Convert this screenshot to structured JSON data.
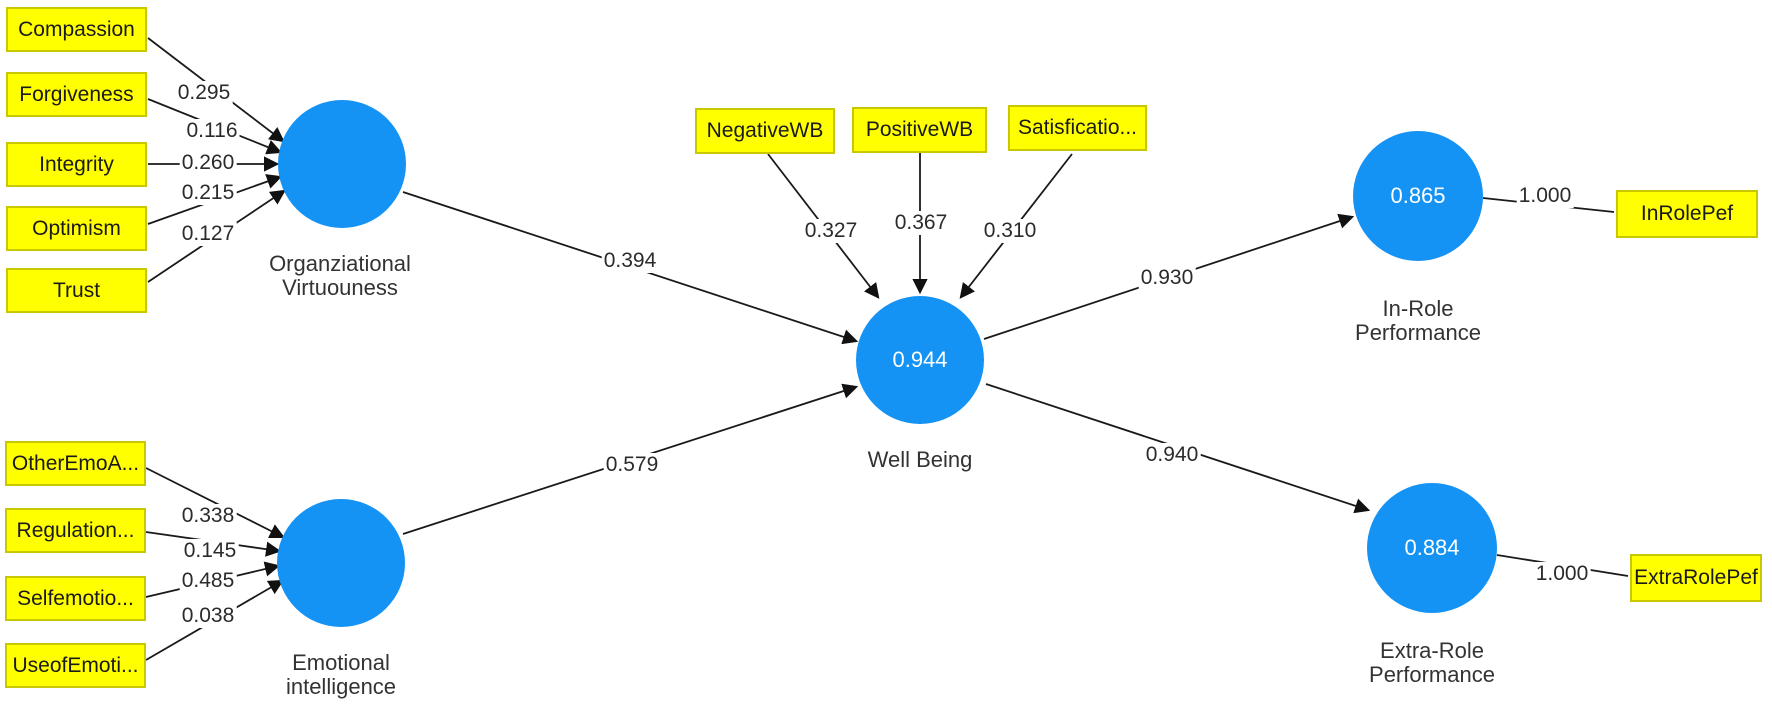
{
  "colors": {
    "node_fill": "#1593f5",
    "indicator_fill": "#ffff00",
    "indicator_border": "#c8c800",
    "line": "#1a1a1a"
  },
  "ov": {
    "name_line1": "Organziational",
    "name_line2": "Virtuouness",
    "indicators": [
      {
        "label": "Compassion",
        "loading": "0.295"
      },
      {
        "label": "Forgiveness",
        "loading": "0.116"
      },
      {
        "label": "Integrity",
        "loading": "0.260"
      },
      {
        "label": "Optimism",
        "loading": "0.215"
      },
      {
        "label": "Trust",
        "loading": "0.127"
      }
    ]
  },
  "ei": {
    "name_line1": "Emotional",
    "name_line2": "intelligence",
    "indicators": [
      {
        "label": "OtherEmoA...",
        "loading": "0.338"
      },
      {
        "label": "Regulation...",
        "loading": "0.145"
      },
      {
        "label": "Selfemotio...",
        "loading": "0.485"
      },
      {
        "label": "UseofEmoti...",
        "loading": "0.038"
      }
    ]
  },
  "wb": {
    "name": "Well Being",
    "value": "0.944",
    "indicators": [
      {
        "label": "NegativeWB",
        "loading": "0.327"
      },
      {
        "label": "PositiveWB",
        "loading": "0.367"
      },
      {
        "label": "Satisficatio...",
        "loading": "0.310"
      }
    ]
  },
  "irp": {
    "name_line1": "In-Role",
    "name_line2": "Performance",
    "value": "0.865",
    "indicator": {
      "label": "InRolePef",
      "loading": "1.000"
    }
  },
  "erp": {
    "name_line1": "Extra-Role",
    "name_line2": "Performance",
    "value": "0.884",
    "indicator": {
      "label": "ExtraRolePef",
      "loading": "1.000"
    }
  },
  "paths": {
    "ov_wb": "0.394",
    "ei_wb": "0.579",
    "wb_irp": "0.930",
    "wb_erp": "0.940"
  }
}
